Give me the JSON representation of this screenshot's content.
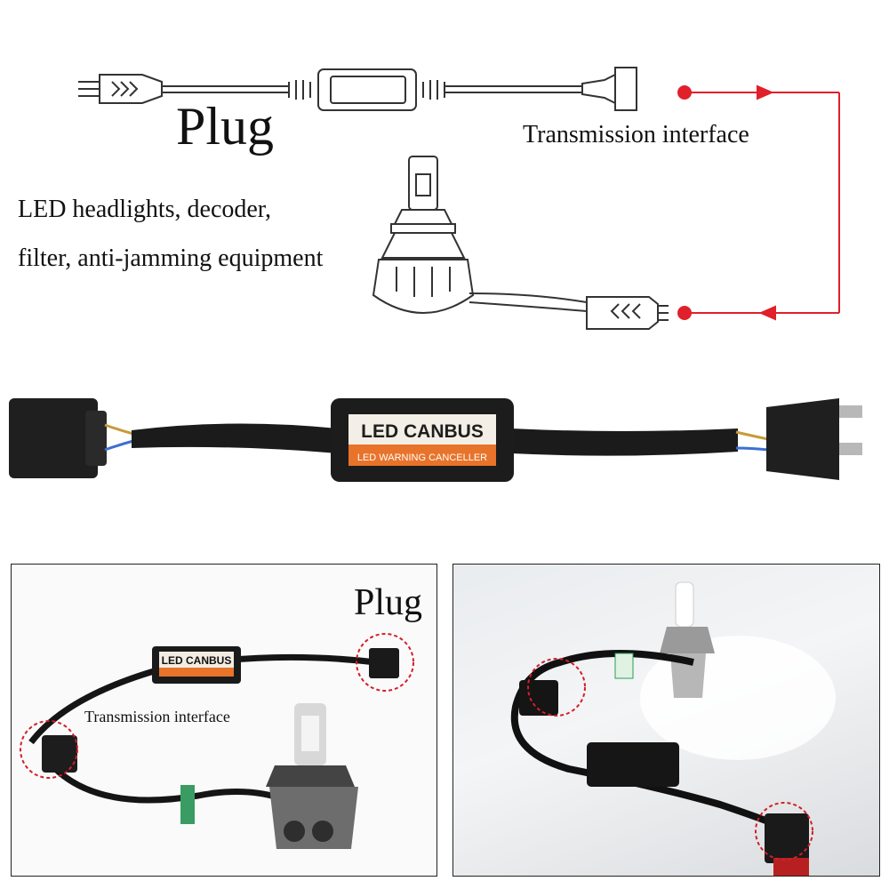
{
  "top_diagram": {
    "plug_label": "Plug",
    "transmission_label": "Transmission interface",
    "description_line1": "LED headlights, decoder,",
    "description_line2": "filter, anti-jamming equipment",
    "arrow_color": "#e0202a"
  },
  "product": {
    "box_title": "LED CANBUS",
    "box_subtitle": "LED WARNING CANCELLER",
    "accent_color": "#e8732a",
    "body_color": "#1c1c1c"
  },
  "photo_left": {
    "plug_label": "Plug",
    "transmission_label": "Transmission interface",
    "box_title": "LED CANBUS"
  },
  "photo_right": {}
}
